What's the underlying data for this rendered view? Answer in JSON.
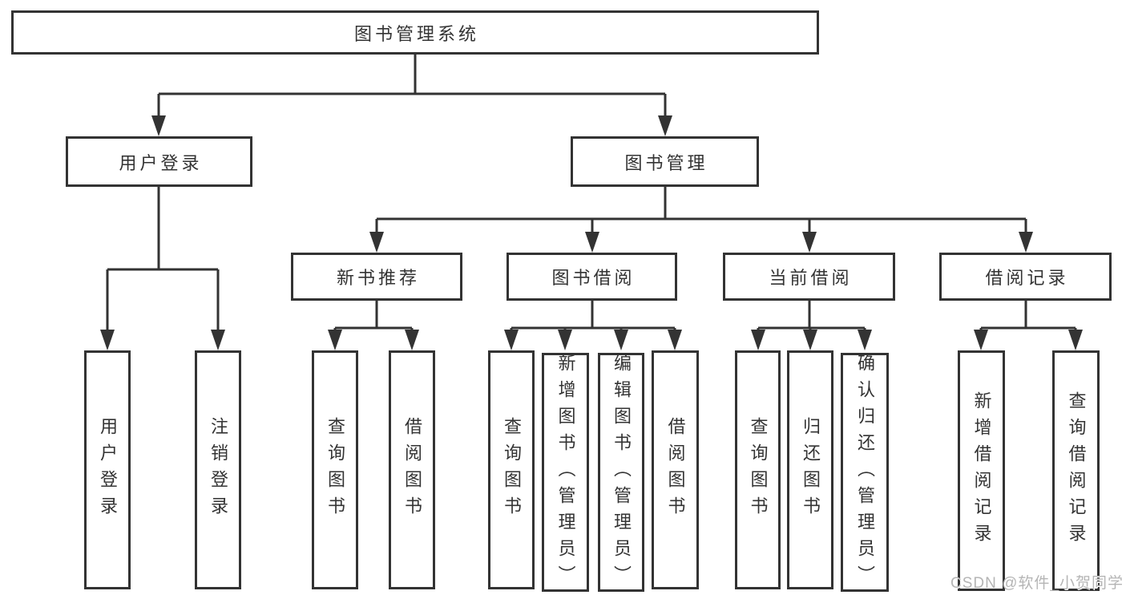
{
  "diagram": {
    "type": "hierarchy-flowchart",
    "root": "图书管理系统",
    "branches": {
      "user_login": {
        "label": "用户登录",
        "children": {
          "login": "用户登录",
          "logout": "注销登录"
        }
      },
      "book_mgmt": {
        "label": "图书管理",
        "sections": {
          "new_books": {
            "label": "新书推荐",
            "children": {
              "query": "查询图书",
              "borrow": "借阅图书"
            }
          },
          "book_borrow": {
            "label": "图书借阅",
            "children": {
              "query": "查询图书",
              "add": "新增图书（管理员）",
              "edit": "编辑图书（管理员）",
              "borrow": "借阅图书"
            }
          },
          "current_borrow": {
            "label": "当前借阅",
            "children": {
              "query": "查询图书",
              "return": "归还图书",
              "confirm": "确认归还（管理员）"
            }
          },
          "borrow_records": {
            "label": "借阅记录",
            "children": {
              "add": "新增借阅记录",
              "query": "查询借阅记录"
            }
          }
        }
      }
    }
  },
  "watermark": {
    "text": "CSDN @软件_小贺同学"
  },
  "colors": {
    "line": "#333333",
    "text": "#333333",
    "box_background": "#ffffff",
    "page_background": "#ffffff",
    "watermark": "#b5b5b5"
  }
}
